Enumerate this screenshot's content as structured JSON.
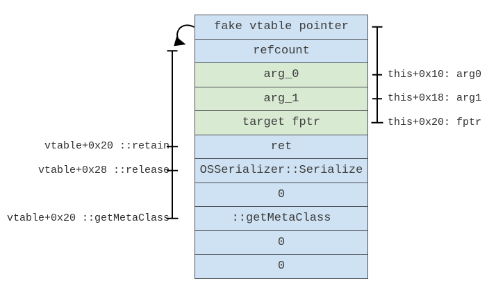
{
  "diagram": {
    "memory_stack": {
      "rows": [
        {
          "label": "fake vtable pointer",
          "type": "blue"
        },
        {
          "label": "refcount",
          "type": "blue"
        },
        {
          "label": "arg_0",
          "type": "green"
        },
        {
          "label": "arg_1",
          "type": "green"
        },
        {
          "label": "target fptr",
          "type": "green"
        },
        {
          "label": "ret",
          "type": "blue"
        },
        {
          "label": "OSSerializer::Serialize",
          "type": "blue"
        },
        {
          "label": "0",
          "type": "blue"
        },
        {
          "label": "::getMetaClass",
          "type": "blue"
        },
        {
          "label": "0",
          "type": "blue"
        },
        {
          "label": "0",
          "type": "blue"
        }
      ]
    },
    "left_annotations": [
      {
        "text": "vtable+0x20 ::retain"
      },
      {
        "text": "vtable+0x28 ::release"
      },
      {
        "text": "vtable+0x20 ::getMetaClass"
      }
    ],
    "right_annotations": [
      {
        "text": "this+0x10: arg0"
      },
      {
        "text": "this+0x18: arg1"
      },
      {
        "text": "this+0x20: fptr"
      }
    ],
    "colors": {
      "blue": "#cfe2f3",
      "green": "#d9ead3",
      "cell_border": "#4a4d52",
      "line": "#000000"
    }
  }
}
